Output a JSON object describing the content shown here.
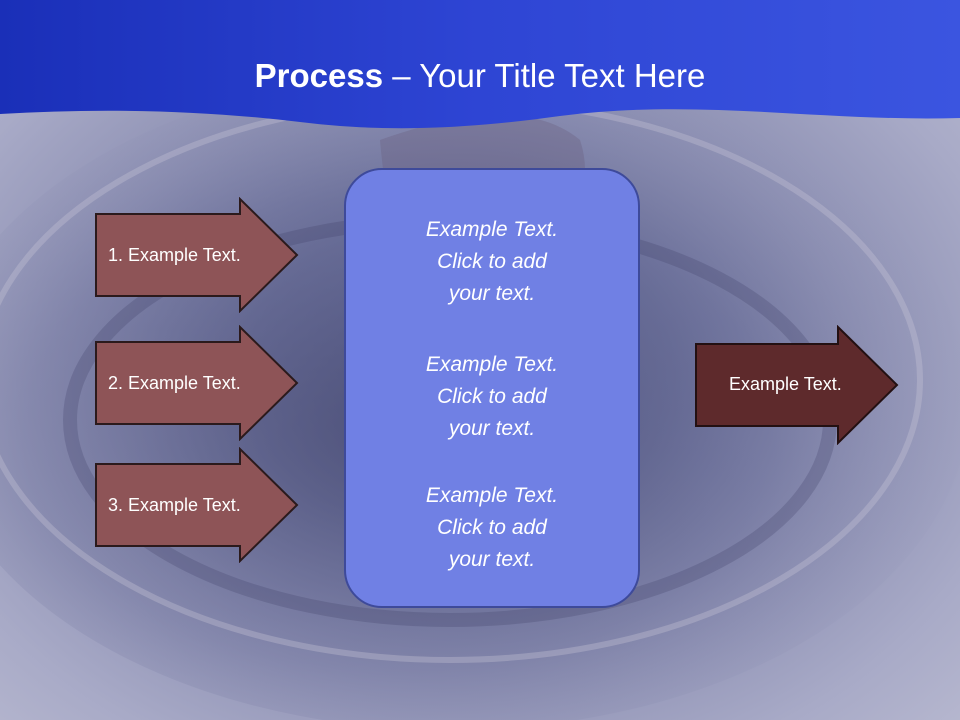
{
  "slide": {
    "title_bold": "Process",
    "title_rest": " – Your Title Text Here"
  },
  "inputs": [
    {
      "label": "1. Example Text."
    },
    {
      "label": "2. Example Text."
    },
    {
      "label": "3. Example Text."
    }
  ],
  "center": [
    {
      "line1": "Example Text.",
      "line2": "Click  to add",
      "line3": "your text."
    },
    {
      "line1": "Example Text.",
      "line2": "Click  to add",
      "line3": "your text."
    },
    {
      "line1": "Example Text.",
      "line2": "Click  to add",
      "line3": "your text."
    }
  ],
  "output": {
    "label": "Example Text."
  },
  "colors": {
    "header_blue": "#2a3fd0",
    "input_arrow": "#8e5457",
    "output_arrow": "#5e2a2c",
    "center_box": "#7080e4"
  }
}
